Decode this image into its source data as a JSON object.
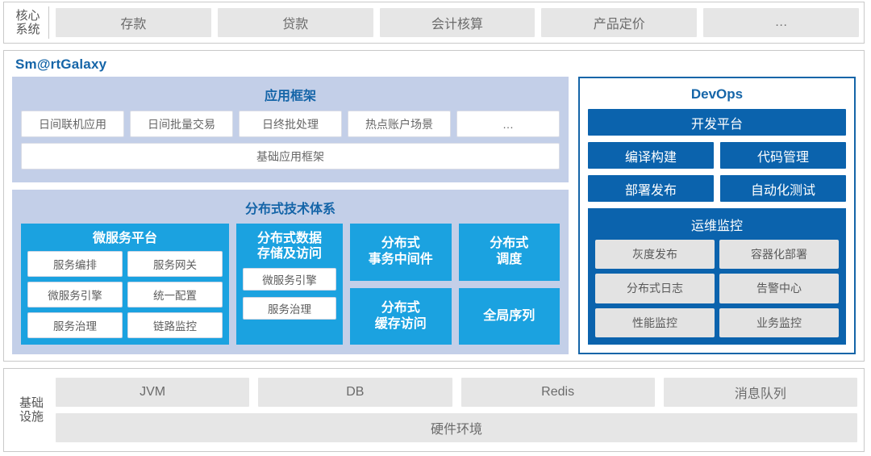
{
  "core_systems": {
    "label": "核心\n系统",
    "label_line1": "核心",
    "label_line2": "系统",
    "items": [
      {
        "label": "存款"
      },
      {
        "label": "贷款"
      },
      {
        "label": "会计核算"
      },
      {
        "label": "产品定价"
      },
      {
        "label": "…"
      }
    ]
  },
  "platform": {
    "brand": "Sm@rtGalaxy",
    "app_framework": {
      "title": "应用框架",
      "items": [
        {
          "label": "日间联机应用"
        },
        {
          "label": "日间批量交易"
        },
        {
          "label": "日终批处理"
        },
        {
          "label": "热点账户场景"
        },
        {
          "label": "…"
        }
      ],
      "base": {
        "label": "基础应用框架"
      }
    },
    "distributed": {
      "title": "分布式技术体系",
      "microservice": {
        "title": "微服务平台",
        "items": [
          {
            "label": "服务编排"
          },
          {
            "label": "服务网关"
          },
          {
            "label": "微服务引擎"
          },
          {
            "label": "统一配置"
          },
          {
            "label": "服务治理"
          },
          {
            "label": "链路监控"
          }
        ]
      },
      "data_store": {
        "title": "分布式数据\n存储及访问",
        "title_line1": "分布式数据",
        "title_line2": "存储及访问",
        "items": [
          {
            "label": "微服务引擎"
          },
          {
            "label": "服务治理"
          }
        ]
      },
      "tiles": [
        {
          "line1": "分布式",
          "line2": "事务中间件"
        },
        {
          "line1": "分布式",
          "line2": "调度"
        },
        {
          "line1": "分布式",
          "line2": "缓存访问"
        },
        {
          "line1": "全局序列",
          "line2": ""
        }
      ]
    }
  },
  "devops": {
    "title": "DevOps",
    "platform": {
      "label": "开发平台"
    },
    "items": [
      {
        "label": "编译构建"
      },
      {
        "label": "代码管理"
      },
      {
        "label": "部署发布"
      },
      {
        "label": "自动化测试"
      }
    ],
    "monitoring": {
      "title": "运维监控",
      "items": [
        {
          "label": "灰度发布"
        },
        {
          "label": "容器化部署"
        },
        {
          "label": "分布式日志"
        },
        {
          "label": "告警中心"
        },
        {
          "label": "性能监控"
        },
        {
          "label": "业务监控"
        }
      ]
    }
  },
  "infrastructure": {
    "label_line1": "基础",
    "label_line2": "设施",
    "items": [
      {
        "label": "JVM"
      },
      {
        "label": "DB"
      },
      {
        "label": "Redis"
      },
      {
        "label": "消息队列"
      }
    ],
    "hardware": {
      "label": "硬件环境"
    }
  },
  "colors": {
    "accent_blue": "#1ba2e0",
    "deep_blue": "#0b63ad",
    "title_blue": "#1565a8",
    "lavender": "#c3cfe8",
    "chip_gray": "#e6e6e6"
  }
}
